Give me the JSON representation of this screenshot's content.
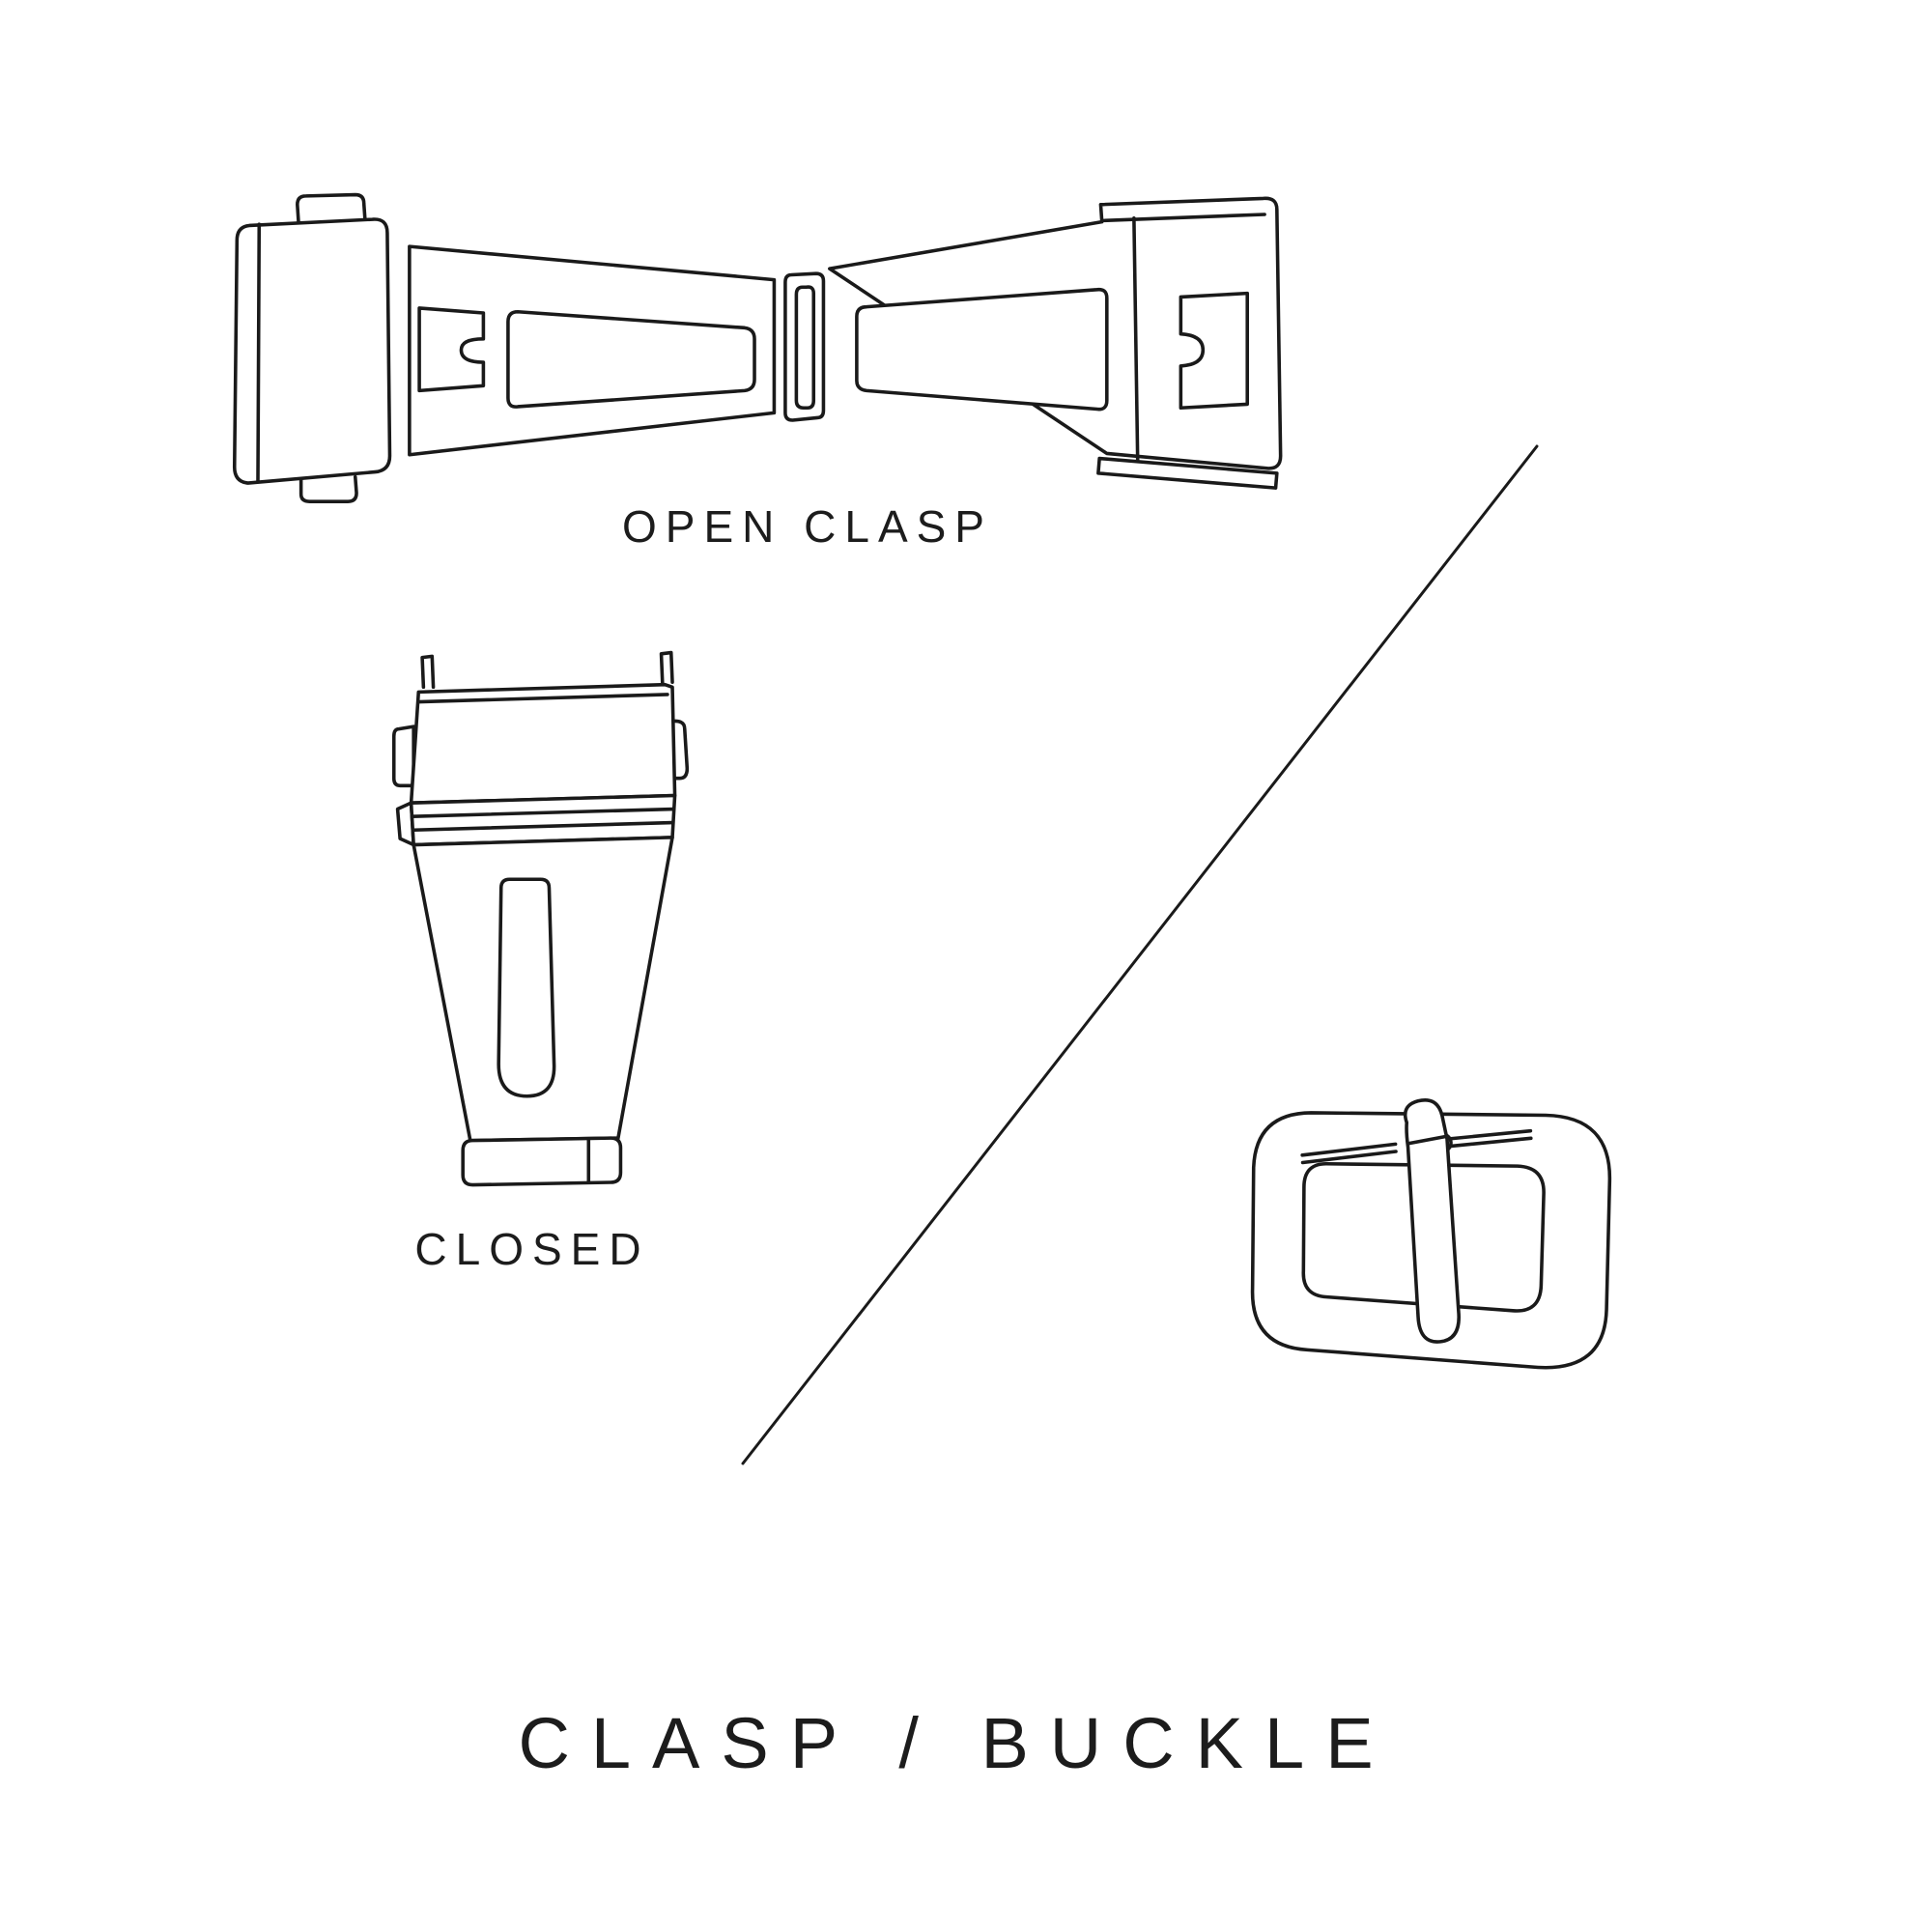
{
  "page": {
    "title": "CLASP / BUCKLE",
    "background": "#ffffff"
  },
  "labels": {
    "open_clasp": "OPEN CLASP",
    "closed": "CLOSED"
  },
  "colors": {
    "ink": "#1c1c1c",
    "line": "#1a1a1a"
  },
  "figures": {
    "open_clasp": {
      "icon": "open-clasp-illustration",
      "caption": "OPEN CLASP"
    },
    "closed_clasp": {
      "icon": "closed-clasp-illustration",
      "caption": "CLOSED"
    },
    "buckle": {
      "icon": "buckle-illustration"
    },
    "divider": {
      "icon": "diagonal-divider-line"
    }
  }
}
